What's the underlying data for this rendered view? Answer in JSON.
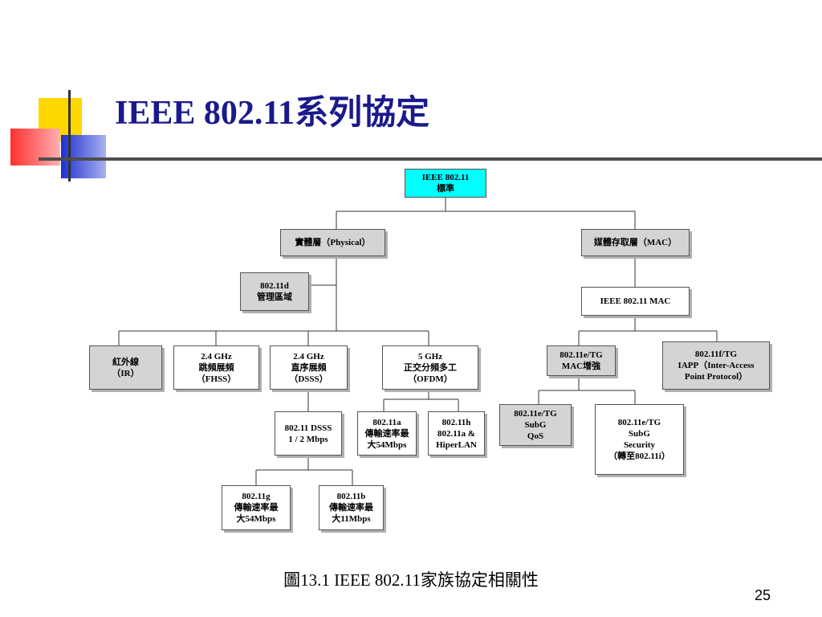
{
  "slide": {
    "title": "IEEE 802.11系列協定",
    "caption": "圖13.1 IEEE 802.11家族協定相關性",
    "page_number": "25",
    "accent_colors": {
      "title": "#1a1a8c",
      "yellow": "#ffd700",
      "red": "#ff4040",
      "blue": "#2c3fd6"
    }
  },
  "diagram": {
    "nodes": {
      "root": [
        "IEEE 802.11",
        "標準"
      ],
      "physical": [
        "實體層（Physical）"
      ],
      "mac": [
        "媒體存取層（MAC）"
      ],
      "d11": [
        "802.11d",
        "管理區域"
      ],
      "ieee_mac": [
        "IEEE 802.11 MAC"
      ],
      "ir": [
        "紅外線",
        "（IR）"
      ],
      "fhss": [
        "2.4 GHz",
        "跳頻展頻",
        "（FHSS）"
      ],
      "dsss": [
        "2.4 GHz",
        "直序展頻",
        "（DSSS）"
      ],
      "ofdm": [
        "5 GHz",
        "正交分頻多工",
        "（OFDM）"
      ],
      "e_mac": [
        "802.11e/TG",
        "MAC增強"
      ],
      "f_iapp": [
        "802.11f/TG",
        "IAPP（Inter-Access",
        "Point Protocol）"
      ],
      "dsss_12": [
        "802.11 DSSS",
        "1 / 2 Mbps"
      ],
      "a": [
        "802.11a",
        "傳輸速率最",
        "大54Mbps"
      ],
      "h": [
        "802.11h",
        "802.11a &",
        "HiperLAN"
      ],
      "e_qos": [
        "802.11e/TG",
        "SubG",
        "QoS"
      ],
      "e_sec": [
        "802.11e/TG",
        "SubG",
        "Security",
        "（轉至802.11i）"
      ],
      "g": [
        "802.11g",
        "傳輸速率最",
        "大54Mbps"
      ],
      "b": [
        "802.11b",
        "傳輸速率最",
        "大11Mbps"
      ]
    }
  }
}
